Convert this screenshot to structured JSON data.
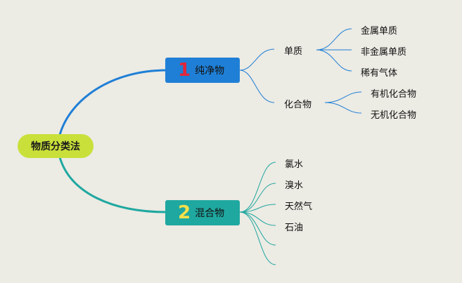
{
  "root": {
    "label": "物质分类法"
  },
  "branches": [
    {
      "number": "1",
      "label": "纯净物",
      "children": [
        {
          "label": "单质",
          "children": [
            "金属单质",
            "非金属单质",
            "稀有气体"
          ]
        },
        {
          "label": "化合物",
          "children": [
            "有机化合物",
            "无机化合物"
          ]
        }
      ]
    },
    {
      "number": "2",
      "label": "混合物",
      "children": [
        "氯水",
        "溴水",
        "天然气",
        "石油",
        "",
        ""
      ]
    }
  ],
  "colors": {
    "background": "#ecebe4",
    "root": "#c9e03a",
    "branch1": "#1f7fd6",
    "branch2": "#1fa8a0",
    "number1": "#e3263a",
    "number2": "#f6e04a"
  }
}
